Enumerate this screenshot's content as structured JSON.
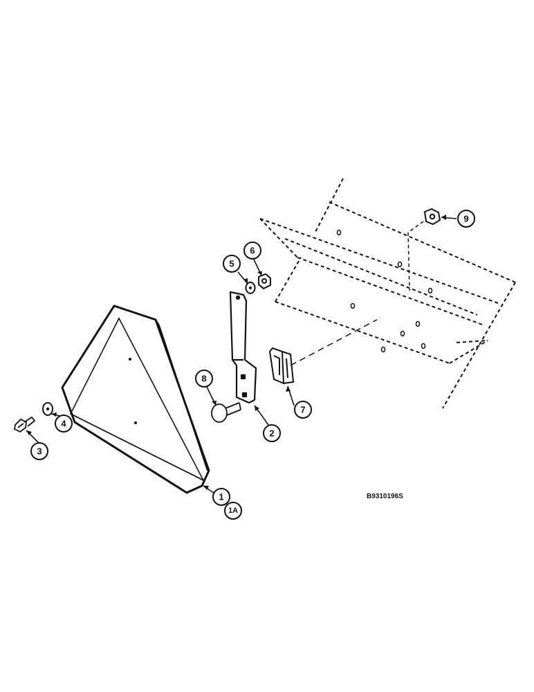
{
  "diagram": {
    "figure_id": "B9310196S",
    "ink_color": "#111111",
    "callouts": [
      {
        "id": "c1",
        "label": "1"
      },
      {
        "id": "c1a",
        "label": "1A"
      },
      {
        "id": "c2",
        "label": "2"
      },
      {
        "id": "c3",
        "label": "3"
      },
      {
        "id": "c4",
        "label": "4"
      },
      {
        "id": "c5",
        "label": "5"
      },
      {
        "id": "c6",
        "label": "6"
      },
      {
        "id": "c7",
        "label": "7"
      },
      {
        "id": "c8",
        "label": "8"
      },
      {
        "id": "c9",
        "label": "9"
      }
    ]
  }
}
